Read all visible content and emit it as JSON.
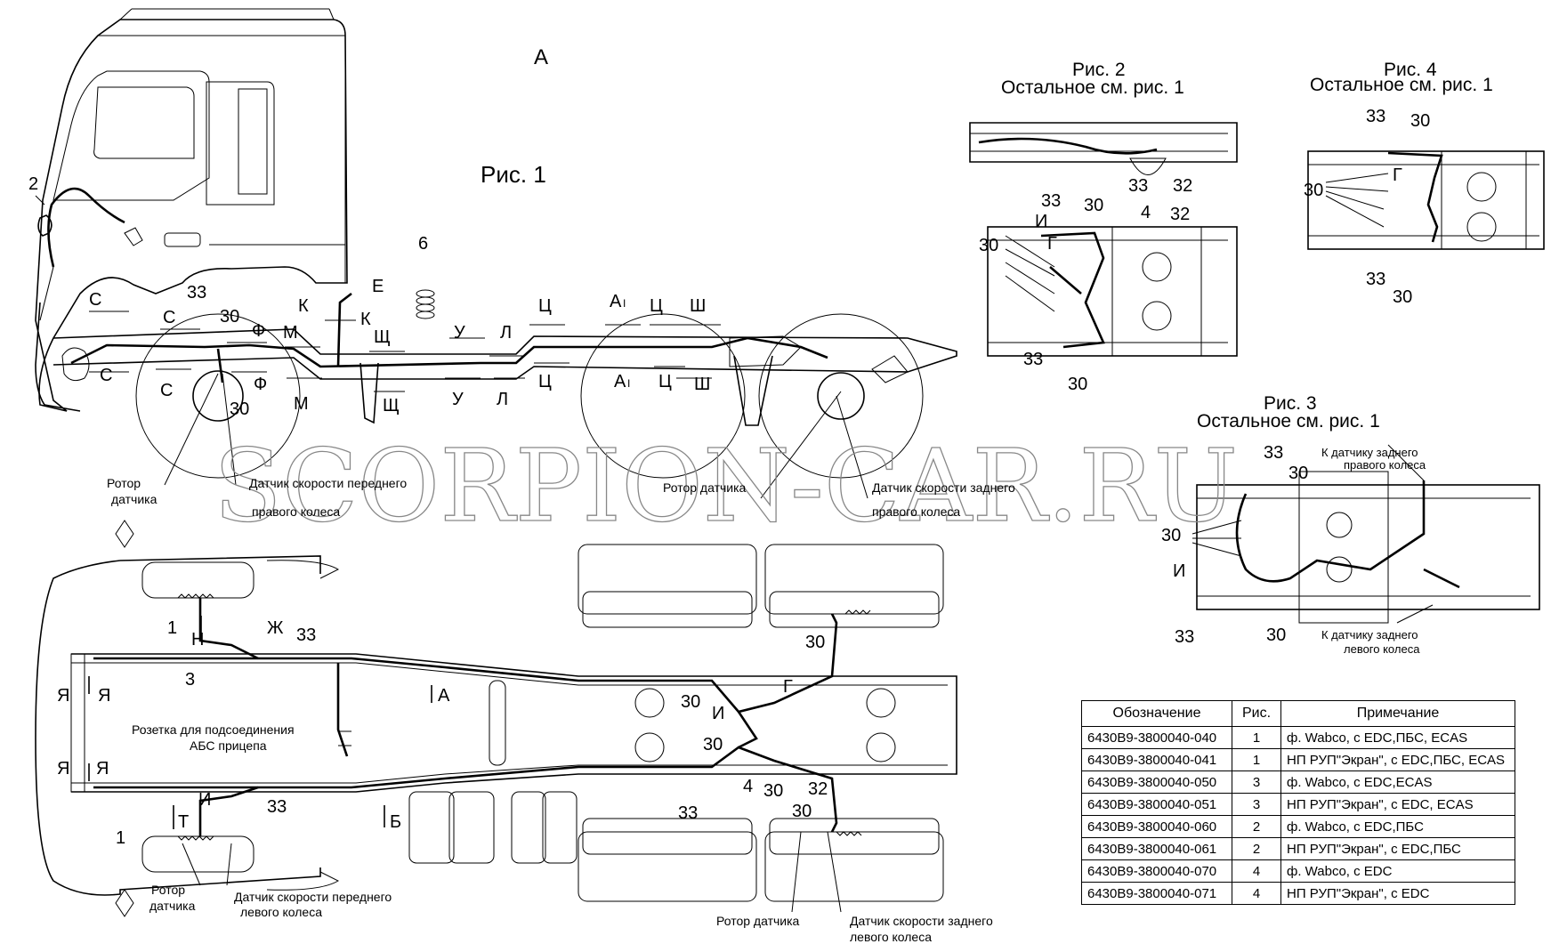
{
  "view_a_label": "А",
  "fig1": {
    "title": "Рис. 1"
  },
  "fig2": {
    "title": "Рис. 2",
    "subtitle": "Остальное см. рис. 1"
  },
  "fig3": {
    "title": "Рис. 3",
    "subtitle": "Остальное см. рис. 1",
    "note_right": [
      "К датчику заднего",
      "правого колеса"
    ],
    "note_left": [
      "К датчику заднего",
      "левого колеса"
    ]
  },
  "fig4": {
    "title": "Рис. 4",
    "subtitle": "Остальное см. рис. 1"
  },
  "watermark": "SCORPION-CAR.RU",
  "callouts": {
    "rotor_front_right": [
      "Ротор",
      "датчика"
    ],
    "sensor_front_right": [
      "Датчик скорости переднего",
      "правого колеса"
    ],
    "rotor_rear_right": "Ротор датчика",
    "sensor_rear_right": [
      "Датчик скорости заднего",
      "правого колеса"
    ],
    "trailer_socket": [
      "Розетка для подсоединения",
      "АБС прицепа"
    ],
    "rotor_front_left": [
      "Ротор",
      "датчика"
    ],
    "sensor_front_left": [
      "Датчик скорости переднего",
      "левого колеса"
    ],
    "rotor_rear_left": "Ротор датчика",
    "sensor_rear_left": [
      "Датчик скорости заднего",
      "левого колеса"
    ]
  },
  "section_letters": {
    "s": "С",
    "f": "Ф",
    "m": "М",
    "k": "К",
    "e": "Е",
    "shch": "Щ",
    "u": "У",
    "l": "Л",
    "ts": "Ц",
    "a1": "А",
    "a1_sub": "I",
    "sh": "Ш",
    "n": "Н",
    "zh": "Ж",
    "ya": "Я",
    "a": "А",
    "b": "Б",
    "t": "Т",
    "i": "И",
    "g": "Г"
  },
  "numbers": {
    "n1": "1",
    "n2": "2",
    "n3": "3",
    "n4": "4",
    "n6": "6",
    "n30": "30",
    "n32": "32",
    "n33": "33"
  },
  "table": {
    "headers": [
      "Обозначение",
      "Рис.",
      "Примечание"
    ],
    "rows": [
      [
        "6430В9-3800040-040",
        "1",
        "ф. Wabco, с EDC,ПБС, ECAS"
      ],
      [
        "6430В9-3800040-041",
        "1",
        "НП РУП\"Экран\", с EDC,ПБС, ECAS"
      ],
      [
        "6430В9-3800040-050",
        "3",
        "ф. Wabco, с EDC,ECAS"
      ],
      [
        "6430В9-3800040-051",
        "3",
        "НП РУП\"Экран\", с EDC, ECAS"
      ],
      [
        "6430В9-3800040-060",
        "2",
        "ф. Wabco, с EDC,ПБС"
      ],
      [
        "6430В9-3800040-061",
        "2",
        "НП РУП\"Экран\", с EDC,ПБС"
      ],
      [
        "6430В9-3800040-070",
        "4",
        "ф. Wabco, с EDC"
      ],
      [
        "6430В9-3800040-071",
        "4",
        "НП РУП\"Экран\", с EDC"
      ]
    ]
  }
}
